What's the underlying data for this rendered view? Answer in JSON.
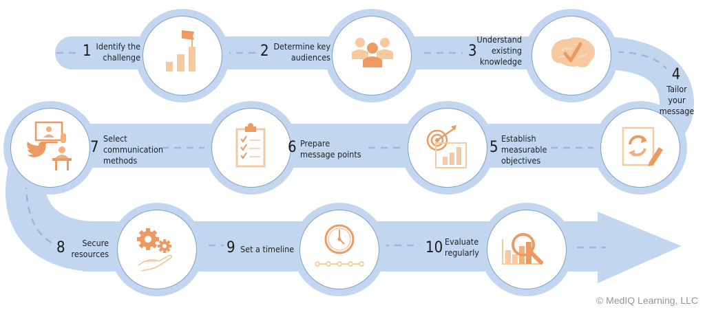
{
  "colors": {
    "road": "#c2d7ef",
    "dash": "#9db6d2",
    "icon_light": "#f6c9a0",
    "icon_mid": "#f3b07c",
    "icon_dark": "#ec9a62",
    "circle_border": "#7f9fc4",
    "text": "#222222",
    "copyright": "#8e969d"
  },
  "steps": [
    {
      "number": "1",
      "lines": [
        "Identify the",
        "challenge"
      ],
      "icon": "bar-chart-flag-icon"
    },
    {
      "number": "2",
      "lines": [
        "Determine key",
        "audiences"
      ],
      "icon": "people-group-icon"
    },
    {
      "number": "3",
      "lines": [
        "Understand",
        "existing",
        "knowledge"
      ],
      "icon": "brain-checkmark-icon"
    },
    {
      "number": "4",
      "lines": [
        "Tailor",
        "your",
        "message"
      ],
      "icon": "document-refresh-pencil-icon"
    },
    {
      "number": "5",
      "lines": [
        "Establish",
        "measurable",
        "objectives"
      ],
      "icon": "target-chart-icon"
    },
    {
      "number": "6",
      "lines": [
        "Prepare",
        "message points"
      ],
      "icon": "clipboard-checklist-icon"
    },
    {
      "number": "7",
      "lines": [
        "Select",
        "communication",
        "methods"
      ],
      "icon": "media-channels-icon"
    },
    {
      "number": "8",
      "lines": [
        "Secure",
        "resources"
      ],
      "icon": "gears-hand-icon"
    },
    {
      "number": "9",
      "lines": [
        "Set a timeline"
      ],
      "icon": "clock-timeline-icon"
    },
    {
      "number": "10",
      "lines": [
        "Evaluate",
        "regularly"
      ],
      "icon": "chart-magnifier-icon"
    }
  ],
  "copyright": "© MedIQ Learning, LLC"
}
